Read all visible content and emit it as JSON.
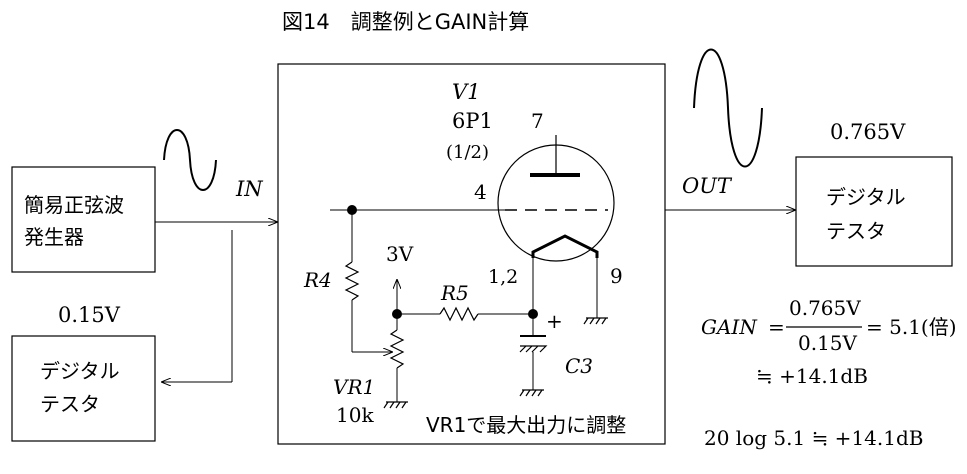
{
  "title": "図14　調整例とGAIN計算",
  "signal_generator": {
    "line1": "簡易正弦波",
    "line2": "発生器"
  },
  "input": {
    "label": "IN",
    "voltage": "0.15V"
  },
  "output": {
    "label": "OUT",
    "voltage": "0.765V"
  },
  "tester_in": {
    "line1": "デジタル",
    "line2": "テスタ"
  },
  "tester_out": {
    "line1": "デジタル",
    "line2": "テスタ"
  },
  "tube": {
    "name": "V1",
    "type": "6P1",
    "half": "(1/2)",
    "pin_plate": "7",
    "pin_grid": "4",
    "pin_cathode": "1,2",
    "pin_heater": "9"
  },
  "components": {
    "r4": "R4",
    "r5": "R5",
    "vr1": "VR1",
    "vr1_value": "10k",
    "c3": "C3",
    "c3_plus": "+",
    "supply": "3V"
  },
  "adjust_note": "VR1で最大出力に調整",
  "gain": {
    "lhs": "GAIN",
    "eq": "=",
    "numerator": "0.765V",
    "denominator": "0.15V",
    "result": "= 5.1(倍)",
    "approx": "≒ +14.1dB",
    "log_expr": "20 log 5.1 ≒ +14.1dB"
  }
}
